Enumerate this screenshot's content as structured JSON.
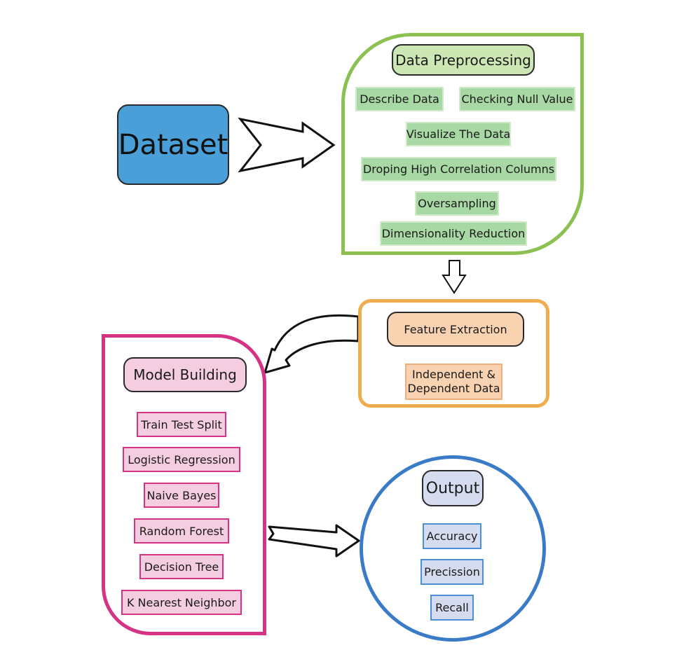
{
  "dataset": {
    "label": "Dataset"
  },
  "preprocessing": {
    "title": "Data Preprocessing",
    "steps": [
      "Describe Data",
      "Checking Null Value",
      "Visualize The Data",
      "Droping High Correlation Columns",
      "Oversampling",
      "Dimensionality Reduction"
    ]
  },
  "feature_extraction": {
    "title": "Feature Extraction",
    "items": [
      "Independent &",
      "Dependent Data"
    ]
  },
  "model_building": {
    "title": "Model Building",
    "items": [
      "Train Test Split",
      "Logistic Regression",
      "Naive Bayes",
      "Random Forest",
      "Decision Tree",
      "K Nearest Neighbor"
    ]
  },
  "output": {
    "title": "Output",
    "items": [
      "Accuracy",
      "Precission",
      "Recall"
    ]
  }
}
